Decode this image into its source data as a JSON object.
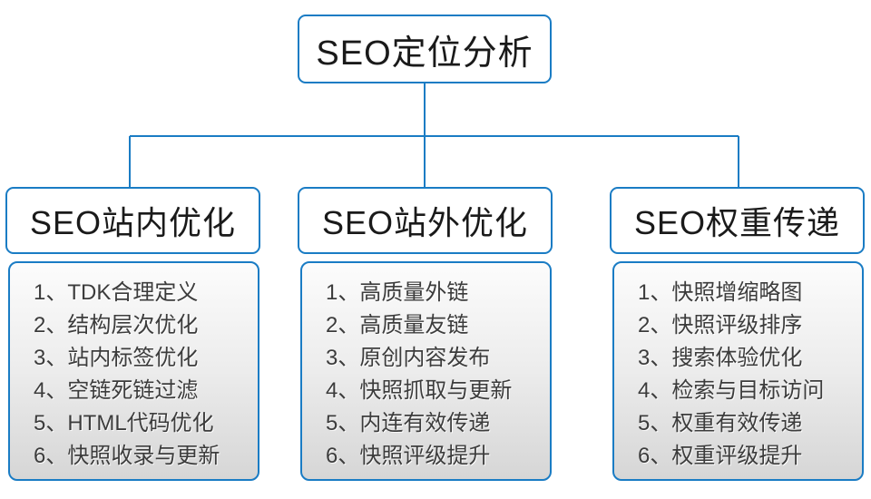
{
  "diagram": {
    "root": {
      "label": "SEO定位分析"
    },
    "branches": [
      {
        "heading": "SEO站内优化",
        "items": [
          "1、TDK合理定义",
          "2、结构层次优化",
          "3、站内标签优化",
          "4、空链死链过滤",
          "5、HTML代码优化",
          "6、快照收录与更新"
        ]
      },
      {
        "heading": "SEO站外优化",
        "items": [
          "1、高质量外链",
          "2、高质量友链",
          "3、原创内容发布",
          "4、快照抓取与更新",
          "5、内连有效传递",
          "6、快照评级提升"
        ]
      },
      {
        "heading": "SEO权重传递",
        "items": [
          "1、快照增缩略图",
          "2、快照评级排序",
          "3、搜索体验优化",
          "4、检索与目标访问",
          "5、权重有效传递",
          "6、权重评级提升"
        ]
      }
    ],
    "colors": {
      "accent_line": "#1a7cc4",
      "heading_text": "#1a1a1a",
      "item_text": "#3c3c3c",
      "list_gradient_top": "#fcfcfc",
      "list_gradient_bottom": "#d6d6d6"
    }
  }
}
